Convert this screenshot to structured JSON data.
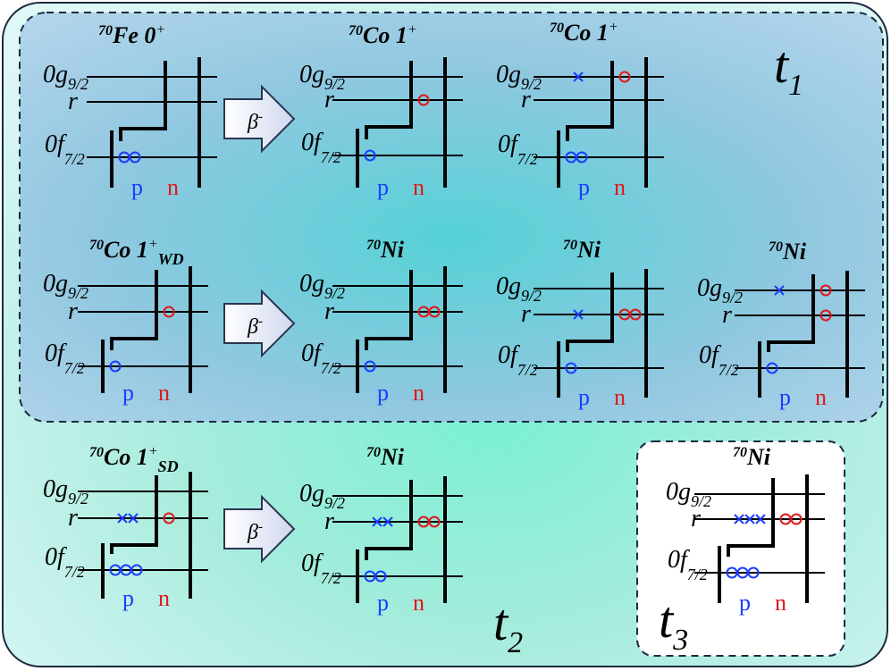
{
  "labels": {
    "g92_main": "0g",
    "g92_sub": "9/2",
    "r": "r",
    "f72_main": "0f",
    "f72_sub": "7/2",
    "p": "p",
    "n": "n",
    "beta": "β",
    "beta_sup": "-",
    "t_letter": "t"
  },
  "regions": {
    "t1_sub": "1",
    "t2_sub": "2",
    "t3_sub": "3"
  },
  "titles": {
    "fe70": {
      "mass": "70",
      "sym": "Fe 0",
      "sup": "+",
      "sub": ""
    },
    "co70_1plus_a": {
      "mass": "70",
      "sym": "Co 1",
      "sup": "+",
      "sub": ""
    },
    "co70_1plus_b": {
      "mass": "70",
      "sym": "Co 1",
      "sup": "+",
      "sub": ""
    },
    "co70_wd": {
      "mass": "70",
      "sym": "Co 1",
      "sup": "+",
      "sub": "WD"
    },
    "ni70_a": {
      "mass": "70",
      "sym": "Ni",
      "sup": "",
      "sub": ""
    },
    "ni70_b": {
      "mass": "70",
      "sym": "Ni",
      "sup": "",
      "sub": ""
    },
    "ni70_c": {
      "mass": "70",
      "sym": "Ni",
      "sup": "",
      "sub": ""
    },
    "co70_sd": {
      "mass": "70",
      "sym": "Co 1",
      "sup": "+",
      "sub": "SD"
    },
    "ni70_d": {
      "mass": "70",
      "sym": "Ni",
      "sup": "",
      "sub": ""
    },
    "ni70_e": {
      "mass": "70",
      "sym": "Ni",
      "sup": "",
      "sub": ""
    }
  },
  "colors": {
    "proton": "#1a3cff",
    "neutron": "#e01818",
    "line": "#000000",
    "region_border": "#1c2a40"
  },
  "icons": {
    "particle": "circle",
    "hole": "cross",
    "decay": "arrow"
  }
}
